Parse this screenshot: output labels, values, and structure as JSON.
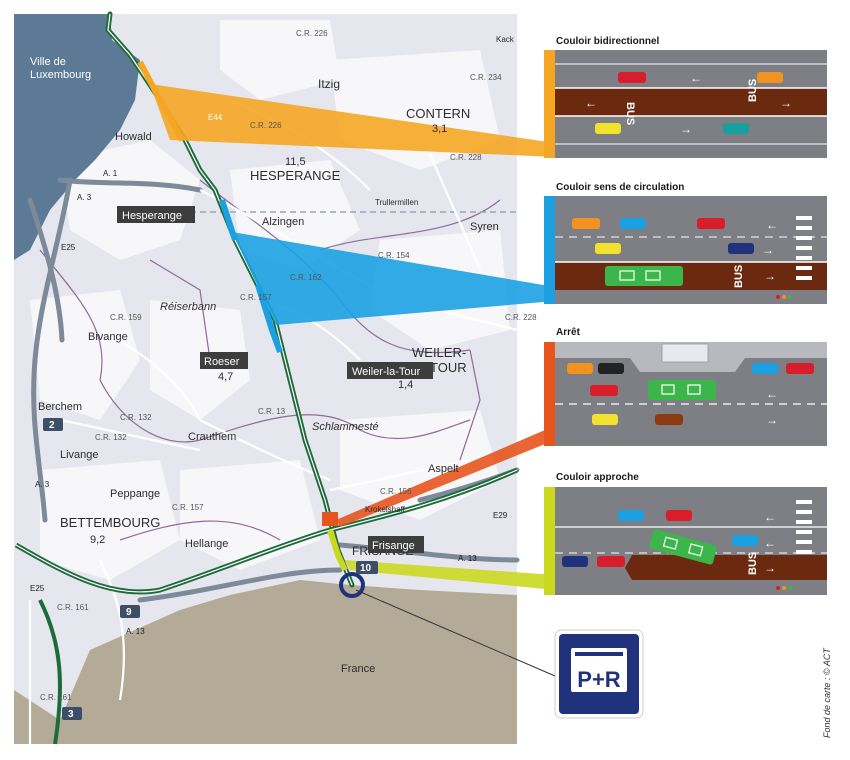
{
  "map": {
    "towns": [
      {
        "id": "luxembourg1",
        "label": "Ville de"
      },
      {
        "id": "luxembourg2",
        "label": "Luxembourg"
      },
      {
        "id": "howald",
        "label": "Howald"
      },
      {
        "id": "itzig",
        "label": "Itzig"
      },
      {
        "id": "contern",
        "label": "CONTERN"
      },
      {
        "id": "hesperange_pop",
        "label": "11,5"
      },
      {
        "id": "hesperange",
        "label": "HESPERANGE"
      },
      {
        "id": "alzingen",
        "label": "Alzingen"
      },
      {
        "id": "syren",
        "label": "Syren"
      },
      {
        "id": "trullermillen",
        "label": "Trullermillen"
      },
      {
        "id": "reiserbann",
        "label": "Réiserbann"
      },
      {
        "id": "bivange",
        "label": "Bivange"
      },
      {
        "id": "roeser_pop",
        "label": "4,7"
      },
      {
        "id": "weiler_pop",
        "label": "1,4"
      },
      {
        "id": "berchem",
        "label": "Berchem"
      },
      {
        "id": "livange",
        "label": "Livange"
      },
      {
        "id": "crauthem",
        "label": "Crauthem"
      },
      {
        "id": "schlammeste",
        "label": "Schlammesté"
      },
      {
        "id": "peppange",
        "label": "Peppange"
      },
      {
        "id": "aspelt",
        "label": "Aspelt"
      },
      {
        "id": "bettembourg",
        "label": "BETTEMBOURG"
      },
      {
        "id": "bettembourg_pop",
        "label": "9,2"
      },
      {
        "id": "hellange",
        "label": "Hellange"
      },
      {
        "id": "frisange",
        "label": "FRISANGE"
      },
      {
        "id": "krokelshaff",
        "label": "Krokelshaff"
      },
      {
        "id": "france",
        "label": "France"
      },
      {
        "id": "contern_pop",
        "label": "3,1"
      },
      {
        "id": "weiler_big",
        "label": "WEILER-"
      },
      {
        "id": "weiler_big2",
        "label": "TOUR"
      },
      {
        "id": "kack",
        "label": "Kack"
      }
    ],
    "roads": [
      {
        "id": "a1",
        "label": "A. 1"
      },
      {
        "id": "a3",
        "label": "A. 3"
      },
      {
        "id": "e25a",
        "label": "E25"
      },
      {
        "id": "e25b",
        "label": "E25"
      },
      {
        "id": "e44",
        "label": "E44"
      },
      {
        "id": "a3b",
        "label": "A. 3"
      },
      {
        "id": "a13",
        "label": "A. 13"
      },
      {
        "id": "a13b",
        "label": "A. 13"
      },
      {
        "id": "e29",
        "label": "E29"
      },
      {
        "id": "cr226",
        "label": "C.R. 226"
      },
      {
        "id": "cr226b",
        "label": "C.R. 226"
      },
      {
        "id": "cr154",
        "label": "C.R. 154"
      },
      {
        "id": "cr162",
        "label": "C.R. 162"
      },
      {
        "id": "cr157",
        "label": "C.R. 157"
      },
      {
        "id": "cr159",
        "label": "C.R. 159"
      },
      {
        "id": "cr132",
        "label": "C.R. 132"
      },
      {
        "id": "cr132b",
        "label": "C.R. 132"
      },
      {
        "id": "cr13",
        "label": "C.R. 13"
      },
      {
        "id": "cr156",
        "label": "C.R. 156"
      },
      {
        "id": "cr161",
        "label": "C.R. 161"
      },
      {
        "id": "cr161b",
        "label": "C.R. 161"
      },
      {
        "id": "cr157b",
        "label": "C.R. 157"
      },
      {
        "id": "cr234",
        "label": "C.R. 234"
      },
      {
        "id": "cr228",
        "label": "C.R. 228"
      },
      {
        "id": "cr228b",
        "label": "C.R. 228"
      }
    ],
    "junctions": [
      {
        "id": "j2",
        "label": "2"
      },
      {
        "id": "j9",
        "label": "9"
      },
      {
        "id": "j10",
        "label": "10"
      },
      {
        "id": "j3",
        "label": "3"
      }
    ],
    "line_labels": [
      {
        "id": "hesperange_tag",
        "label": "Hesperange"
      },
      {
        "id": "roeser_tag",
        "label": "Roeser"
      },
      {
        "id": "weiler_tag",
        "label": "Weiler-la-Tour"
      },
      {
        "id": "frisange_tag",
        "label": "Frisange"
      }
    ],
    "sign": {
      "label": "P+R"
    },
    "credit": "Fond de carte : © ACT"
  },
  "panels": [
    {
      "id": "bidir",
      "title": "Couloir bidirectionnel",
      "color": "#f5a623",
      "bus_label": "BUS"
    },
    {
      "id": "sens",
      "title": "Couloir sens de circulation",
      "color": "#1ba1e2",
      "bus_label": "BUS"
    },
    {
      "id": "arret",
      "title": "Arrêt",
      "color": "#e8541e"
    },
    {
      "id": "approche",
      "title": "Couloir approche",
      "color": "#cbd820",
      "bus_label": "BUS"
    }
  ],
  "colors": {
    "water": "#5c7a95",
    "land": "#e6e7ee",
    "france": "#b3ab97",
    "route_green": "#1e6b3a",
    "road_asphalt": "#7d7f84",
    "bus_lane": "#6b2a10",
    "sign_blue": "#21327d"
  }
}
